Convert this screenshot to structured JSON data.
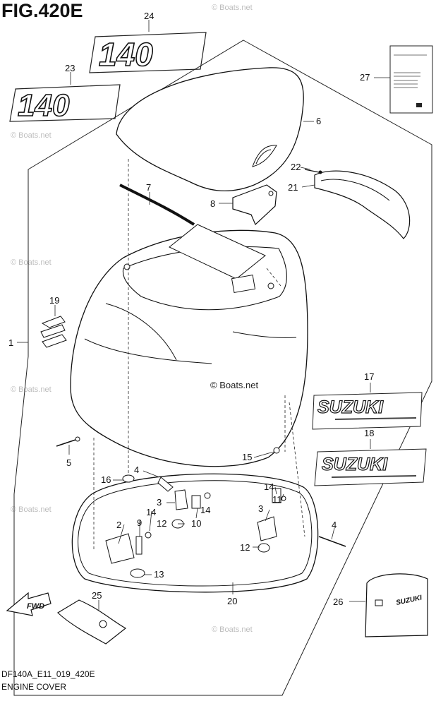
{
  "figure": {
    "title": "FIG.420E",
    "code": "DF140A_E11_019_420E",
    "name": "ENGINE COVER"
  },
  "watermark": "© Boats.net",
  "center_watermark": "© Boats.net",
  "decals": {
    "model_number_a": "140",
    "model_number_b": "140",
    "brand_a": "SUZUKI",
    "brand_b": "SUZUKI",
    "cover_bag_brand": "SUZUKI",
    "fwd_arrow": "FWD"
  },
  "callouts": [
    {
      "id": "c1",
      "label": "1"
    },
    {
      "id": "c2",
      "label": "2"
    },
    {
      "id": "c3a",
      "label": "3"
    },
    {
      "id": "c3b",
      "label": "3"
    },
    {
      "id": "c4a",
      "label": "4"
    },
    {
      "id": "c4b",
      "label": "4"
    },
    {
      "id": "c5",
      "label": "5"
    },
    {
      "id": "c6",
      "label": "6"
    },
    {
      "id": "c7",
      "label": "7"
    },
    {
      "id": "c8",
      "label": "8"
    },
    {
      "id": "c9",
      "label": "9"
    },
    {
      "id": "c10",
      "label": "10"
    },
    {
      "id": "c11",
      "label": "11"
    },
    {
      "id": "c12a",
      "label": "12"
    },
    {
      "id": "c12b",
      "label": "12"
    },
    {
      "id": "c13",
      "label": "13"
    },
    {
      "id": "c14a",
      "label": "14"
    },
    {
      "id": "c14b",
      "label": "14"
    },
    {
      "id": "c14c",
      "label": "14"
    },
    {
      "id": "c15",
      "label": "15"
    },
    {
      "id": "c16",
      "label": "16"
    },
    {
      "id": "c17",
      "label": "17"
    },
    {
      "id": "c18",
      "label": "18"
    },
    {
      "id": "c19",
      "label": "19"
    },
    {
      "id": "c20",
      "label": "20"
    },
    {
      "id": "c21",
      "label": "21"
    },
    {
      "id": "c22",
      "label": "22"
    },
    {
      "id": "c23",
      "label": "23"
    },
    {
      "id": "c24",
      "label": "24"
    },
    {
      "id": "c25",
      "label": "25"
    },
    {
      "id": "c26",
      "label": "26"
    },
    {
      "id": "c27",
      "label": "27"
    }
  ]
}
